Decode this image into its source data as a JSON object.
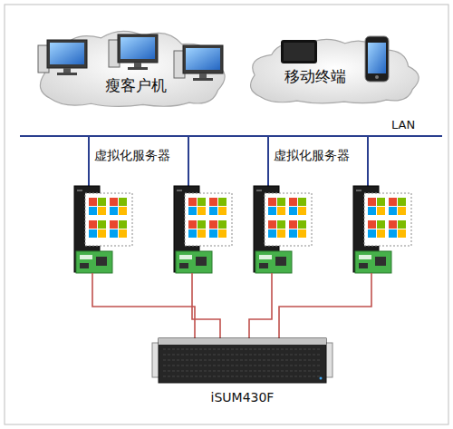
{
  "diagram": {
    "nodes": [
      {
        "text": [
          "瘦客户机"
        ]
      },
      {
        "text": [
          "移动终端"
        ]
      },
      {
        "text": [
          "iSUM430F"
        ]
      }
    ],
    "labels": [
      "LAN",
      "虚拟化服务器",
      "虚拟化服务器"
    ]
  }
}
